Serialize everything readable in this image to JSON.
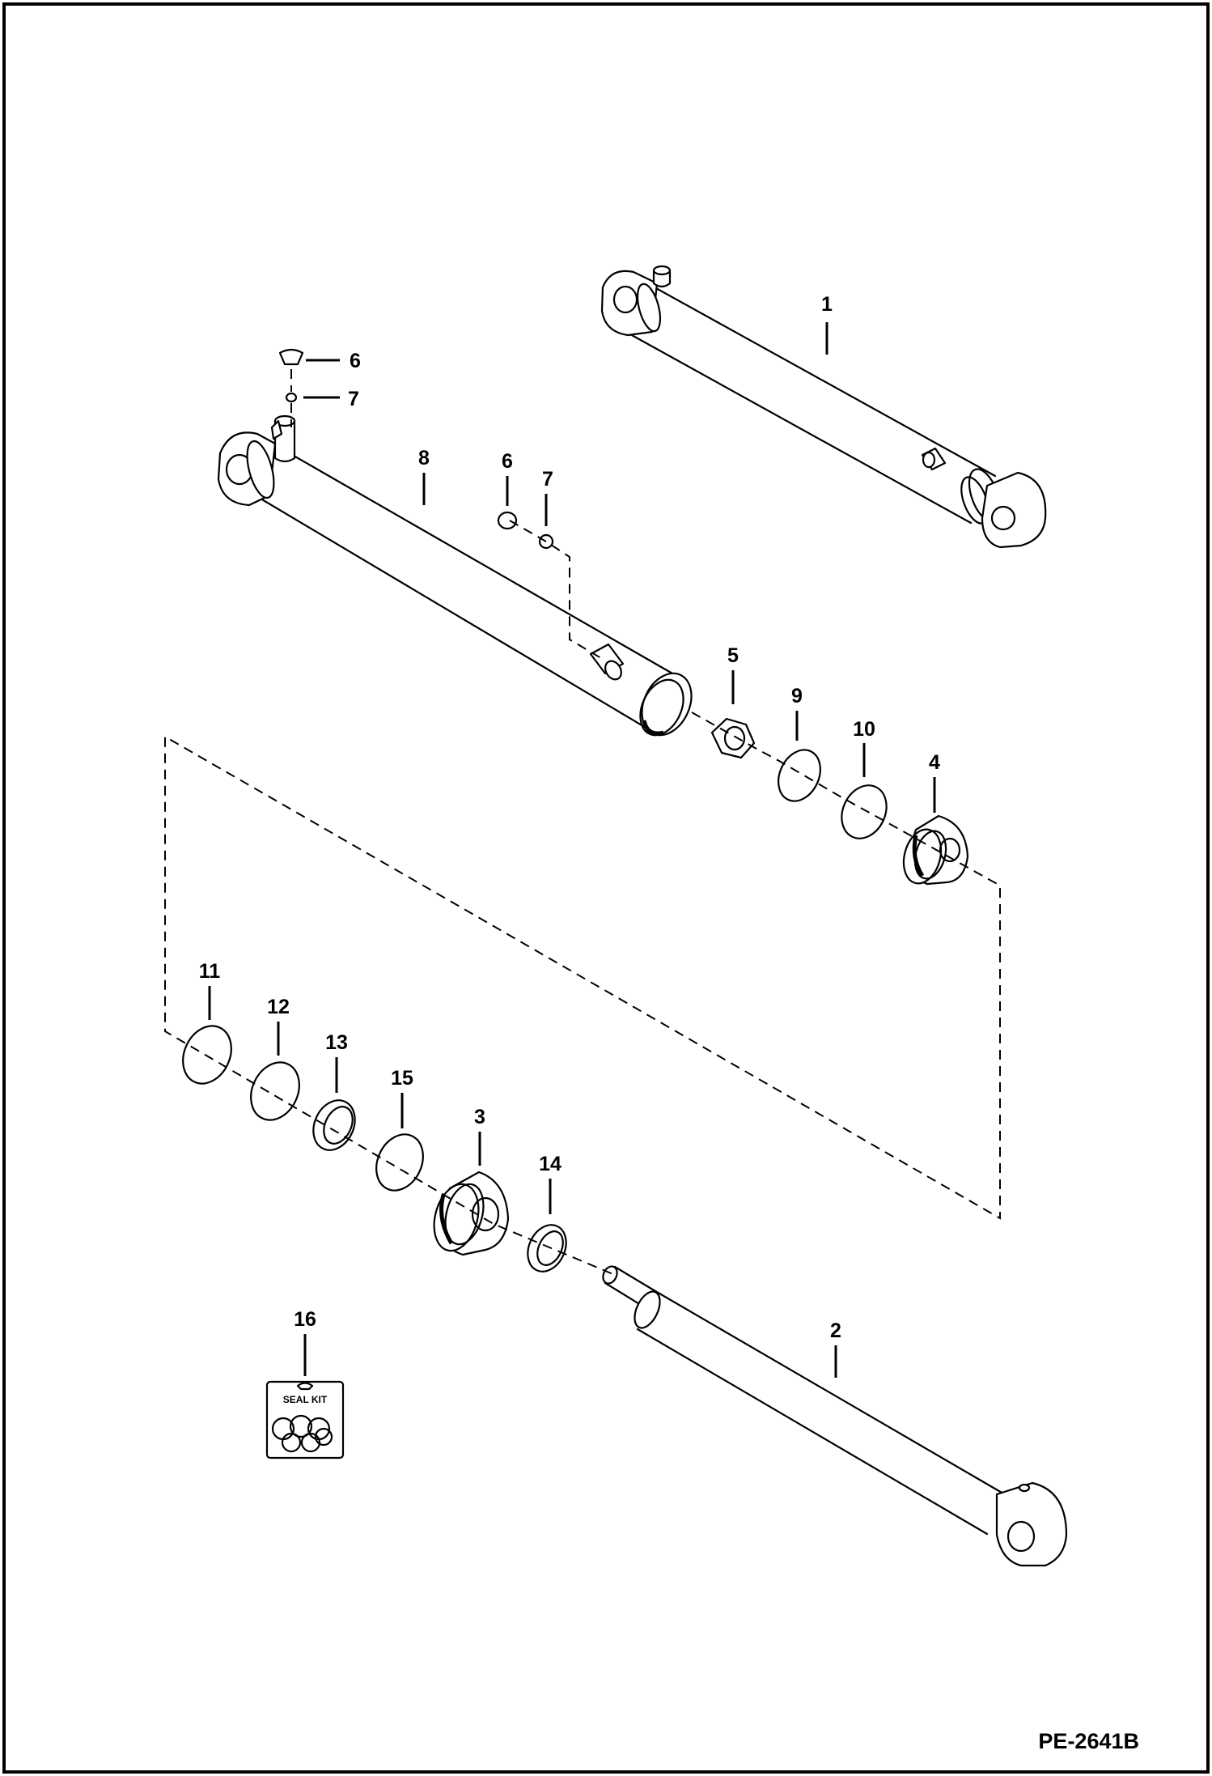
{
  "diagram": {
    "reference_code": "PE-2641B",
    "seal_kit_label": "SEAL KIT",
    "callouts": {
      "c1": "1",
      "c2": "2",
      "c3": "3",
      "c4": "4",
      "c5": "5",
      "c6a": "6",
      "c6b": "6",
      "c7a": "7",
      "c7b": "7",
      "c8": "8",
      "c9": "9",
      "c10": "10",
      "c11": "11",
      "c12": "12",
      "c13": "13",
      "c14": "14",
      "c15": "15",
      "c16": "16"
    }
  }
}
